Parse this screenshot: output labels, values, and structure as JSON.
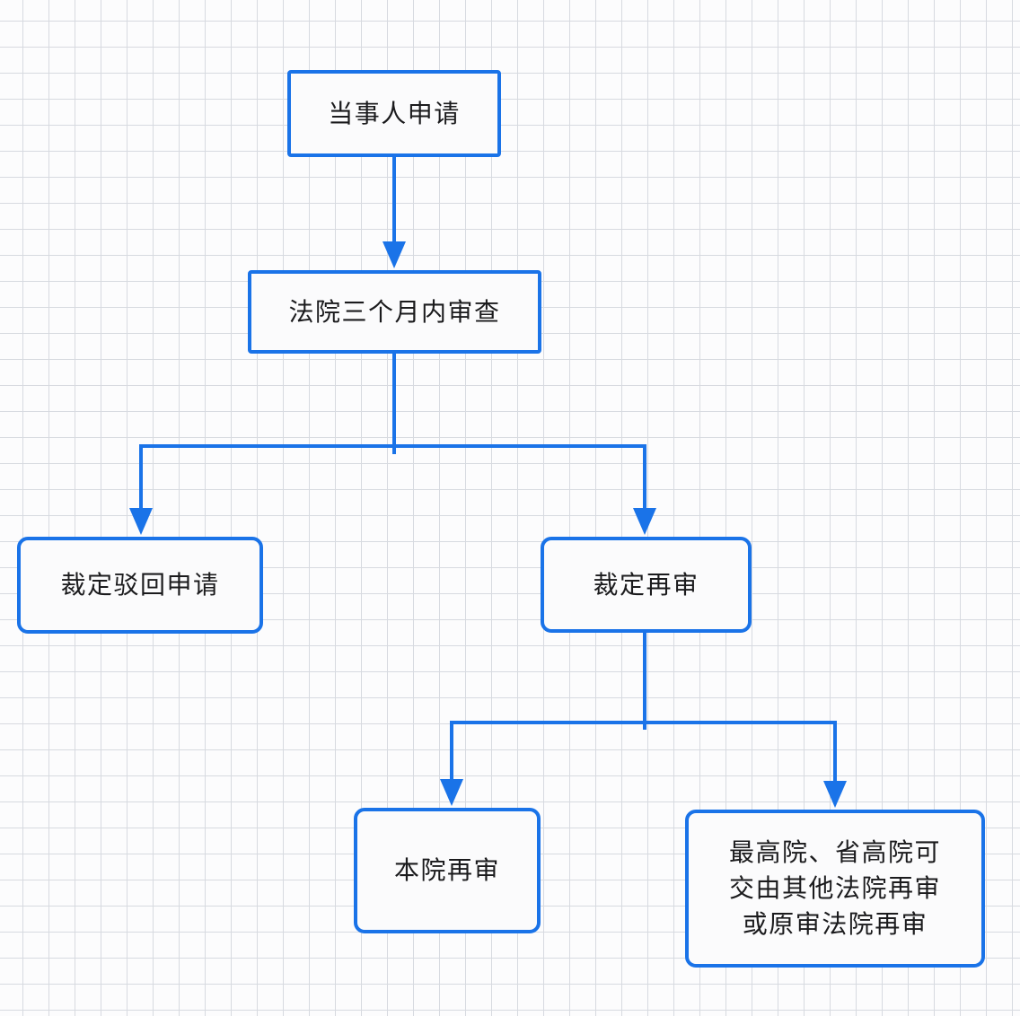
{
  "canvas": {
    "accent_color": "#1a73e8",
    "background_color": "#fcfcfd",
    "grid_line_color": "#d7dae0",
    "node_fill_color": "#fbfbfc",
    "text_color": "#1b1b1d"
  },
  "nodes": {
    "apply": {
      "label": "当事人申请"
    },
    "review": {
      "label": "法院三个月内审查"
    },
    "reject": {
      "label": "裁定驳回申请"
    },
    "retrial": {
      "label": "裁定再审"
    },
    "same_court": {
      "label": "本院再审"
    },
    "other_court": {
      "lines": [
        "最高院、省高院可",
        "交由其他法院再审",
        "或原审法院再审"
      ]
    }
  }
}
